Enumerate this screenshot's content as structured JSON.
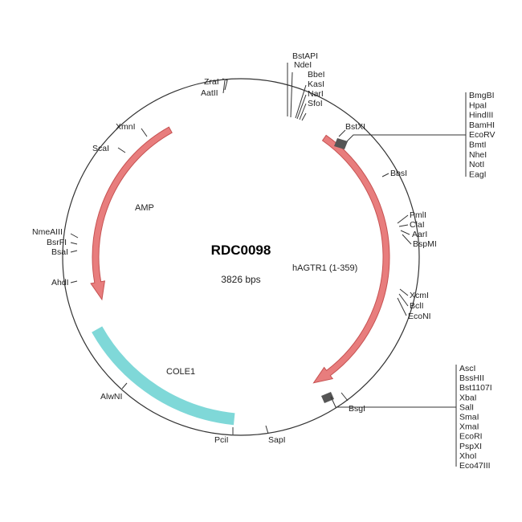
{
  "title": "RDC0098",
  "length_label": "3826 bps",
  "colors": {
    "backbone": "#333333",
    "gene_arrow": "#e87d7d",
    "gene_arrow_stroke": "#c65252",
    "ori": "#7fd8d8",
    "ori_stroke": "#4db3b3"
  },
  "features": [
    {
      "id": "amp",
      "label": "AMP",
      "type": "arrow"
    },
    {
      "id": "hagtr1",
      "label": "hAGTR1 (1-359)",
      "type": "arrow"
    },
    {
      "id": "cole1",
      "label": "COLE1",
      "type": "origin"
    }
  ],
  "sites": [
    {
      "id": "zrai",
      "label": "ZraI"
    },
    {
      "id": "aatii",
      "label": "AatII"
    },
    {
      "id": "xmni",
      "label": "XmnI"
    },
    {
      "id": "scai",
      "label": "ScaI"
    },
    {
      "id": "nmeaiii",
      "label": "NmeAIII"
    },
    {
      "id": "bsrfi",
      "label": "BsrFI"
    },
    {
      "id": "bsai",
      "label": "BsaI"
    },
    {
      "id": "ahdi",
      "label": "AhdI"
    },
    {
      "id": "alwni",
      "label": "AlwNI"
    },
    {
      "id": "pcii",
      "label": "PciI"
    },
    {
      "id": "sapi",
      "label": "SapI"
    },
    {
      "id": "bstapi",
      "label": "BstAPI"
    },
    {
      "id": "ndei",
      "label": "NdeI"
    },
    {
      "id": "bbei",
      "label": "BbeI"
    },
    {
      "id": "kasi",
      "label": "KasI"
    },
    {
      "id": "nari",
      "label": "NarI"
    },
    {
      "id": "sfoi",
      "label": "SfoI"
    },
    {
      "id": "bstxi",
      "label": "BstXI"
    },
    {
      "id": "bbsi",
      "label": "BbsI"
    },
    {
      "id": "pmli",
      "label": "PmlI"
    },
    {
      "id": "clai",
      "label": "ClaI"
    },
    {
      "id": "aari",
      "label": "AarI"
    },
    {
      "id": "bspmi",
      "label": "BspMI"
    },
    {
      "id": "xcmi",
      "label": "XcmI"
    },
    {
      "id": "bcli",
      "label": "BclI"
    },
    {
      "id": "econi",
      "label": "EcoNI"
    },
    {
      "id": "bsgi",
      "label": "BsgI"
    }
  ],
  "mcs_top": [
    "BmgBI",
    "HpaI",
    "HindIII",
    "BamHI",
    "EcoRV",
    "BmtI",
    "NheI",
    "NotI",
    "EagI"
  ],
  "mcs_bottom": [
    "AscI",
    "BssHII",
    "Bst1107I",
    "XbaI",
    "SalI",
    "SmaI",
    "XmaI",
    "EcoRI",
    "PspXI",
    "XhoI",
    "Eco47III"
  ]
}
